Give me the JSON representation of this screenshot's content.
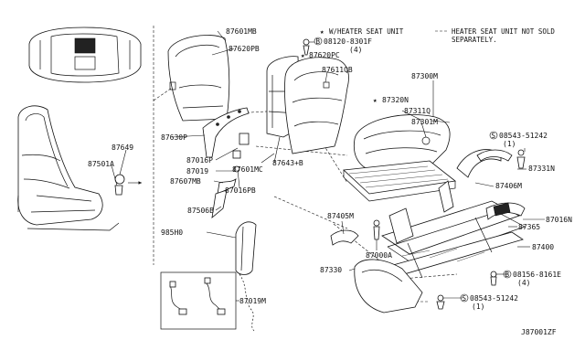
{
  "legend": {
    "star_note": "W/HEATER SEAT UNIT",
    "dash_note_line1": "HEATER SEAT UNIT NOT SOLD",
    "dash_note_line2": "SEPARATELY."
  },
  "diagram_code": "J87001ZF",
  "parts": {
    "p87601MB": "87601MB",
    "p87620PB": "87620PB",
    "p08120": "08120-8301F",
    "p08120_qty": "(4)",
    "p87620PC": "87620PC",
    "p87611QB": "87611QB",
    "p87300M": "87300M",
    "p87320N": "87320N",
    "p87311Q": "87311Q",
    "p87301M": "87301M",
    "p08543a": "08543-51242",
    "p08543a_qty": "(1)",
    "p87331N": "87331N",
    "p87406M": "87406M",
    "p87016N": "87016N",
    "p87365": "87365",
    "p87400": "87400",
    "p08156": "08156-8161E",
    "p08156_qty": "(4)",
    "p08543b": "08543-51242",
    "p08543b_qty": "(1)",
    "p87330": "87330",
    "p87000A": "87000A",
    "p87405M": "87405M",
    "p87649": "87649",
    "p87501A": "87501A",
    "p87630P": "87630P",
    "p87016P": "87016P",
    "p87019": "87019",
    "p87607MB": "87607MB",
    "p87016PB": "87016PB",
    "p87506B": "87506B",
    "p985H0": "985H0",
    "p87601MC": "87601MC",
    "p87643B": "87643+B",
    "p87019M": "87019M"
  }
}
